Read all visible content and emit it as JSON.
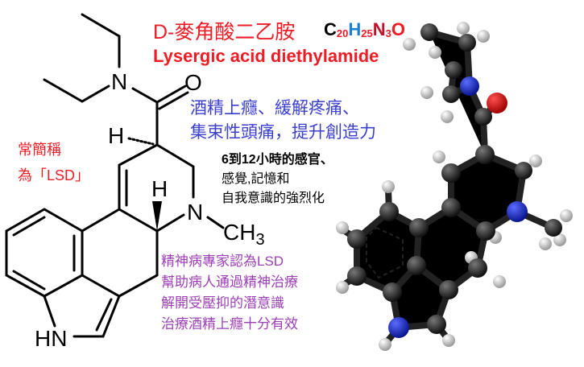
{
  "title_cn": "D-麥角酸二乙胺",
  "formula": {
    "C": "C",
    "c_n": "20",
    "H": "H",
    "h_n": "25",
    "N": "N",
    "n_n": "3",
    "O": "O"
  },
  "title_en": "Lysergic acid diethylamide",
  "effects_blue": [
    "酒精上癮、緩解疼痛、",
    "集束性頭痛，提升創造力"
  ],
  "effects_black": [
    "6到12小時的感官、",
    "感覺,記憶和",
    "自我意識的強烈化"
  ],
  "abbrev_red": [
    "常簡稱",
    "為「LSD」"
  ],
  "psychiatry_purple": [
    "精神病專家認為LSD",
    "幫助病人通過精神治療",
    "解開受壓抑的潛意識",
    "治療酒精上癮十分有效"
  ],
  "structure_labels": {
    "amide_n": "N",
    "oxygen": "O",
    "h8": "H",
    "h5": "H",
    "n6": "N",
    "methyl": "CH",
    "methyl_sub": "3",
    "indole_nh": "HN"
  },
  "colors": {
    "carbon": "#2a2a2a",
    "nitrogen": "#1a2fd0",
    "oxygen": "#e00000",
    "hydrogen": "#f0f0f0",
    "title": "#ee1c25",
    "blue_text": "#3b3fcf",
    "purple_text": "#9c3fb6"
  }
}
